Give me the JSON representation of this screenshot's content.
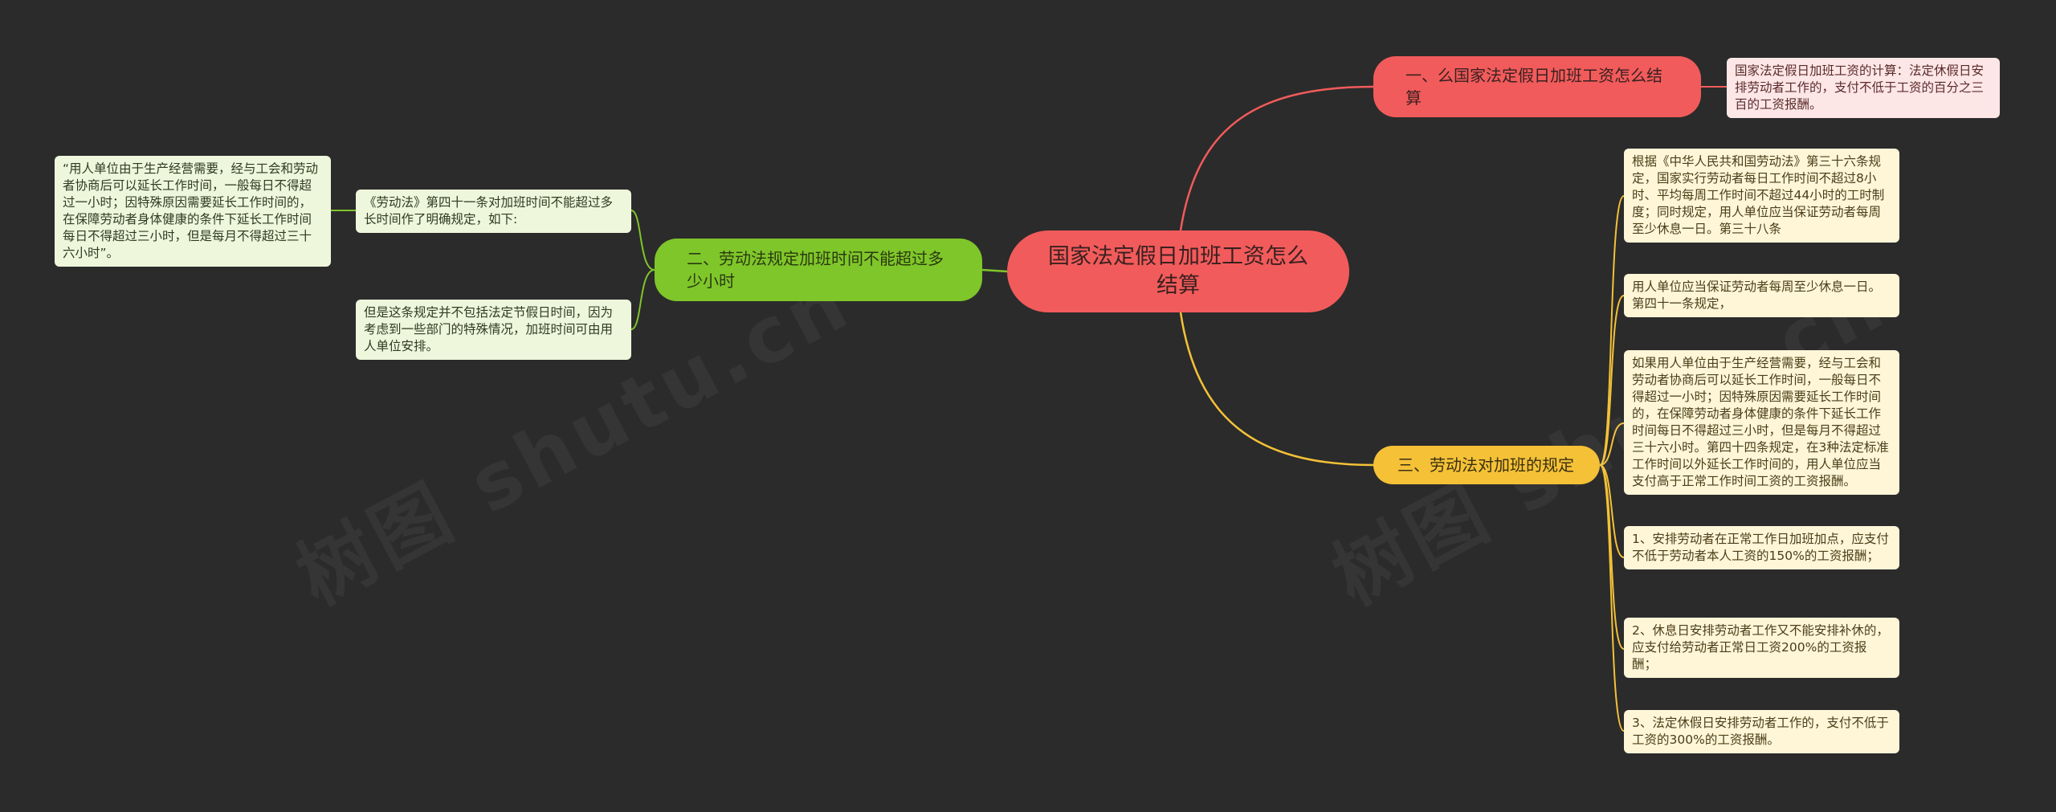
{
  "root": {
    "text": "国家法定假日加班工资怎么结算"
  },
  "branches": [
    {
      "text": "一、么国家法定假日加班工资怎么结算",
      "color": "#f25b5b"
    },
    {
      "text": "二、劳动法规定加班时间不能超过多少小时",
      "color": "#7fc62a"
    },
    {
      "text": "三、劳动法对加班的规定",
      "color": "#f4c137"
    }
  ],
  "leaves": {
    "b1": [
      "国家法定假日加班工资的计算：法定休假日安排劳动者工作的，支付不低于工资的百分之三百的工资报酬。"
    ],
    "b2": [
      "《劳动法》第四十一条对加班时间不能超过多长时间作了明确规定，如下:",
      "但是这条规定并不包括法定节假日时间，因为考虑到一些部门的特殊情况，加班时间可由用人单位安排。"
    ],
    "b2_sub": [
      "“用人单位由于生产经营需要，经与工会和劳动者协商后可以延长工作时间，一般每日不得超过一小时；因特殊原因需要延长工作时间的，在保障劳动者身体健康的条件下延长工作时间每日不得超过三小时，但是每月不得超过三十六小时”。"
    ],
    "b3": [
      "根据《中华人民共和国劳动法》第三十六条规定，国家实行劳动者每日工作时间不超过8小时、平均每周工作时间不超过44小时的工时制度；同时规定，用人单位应当保证劳动者每周至少休息一日。第三十八条",
      "用人单位应当保证劳动者每周至少休息一日。第四十一条规定，",
      "如果用人单位由于生产经营需要，经与工会和劳动者协商后可以延长工作时间，一般每日不得超过一小时；因特殊原因需要延长工作时间的，在保障劳动者身体健康的条件下延长工作时间每日不得超过三小时，但是每月不得超过三十六小时。第四十四条规定，在3种法定标准工作时间以外延长工作时间的，用人单位应当支付高于正常工作时间工资的工资报酬。",
      "1、安排劳动者在正常工作日加班加点，应支付不低于劳动者本人工资的150%的工资报酬；",
      "2、休息日安排劳动者工作又不能安排补休的，应支付给劳动者正常日工资200%的工资报酬；",
      "3、法定休假日安排劳动者工作的，支付不低于工资的300%的工资报酬。"
    ]
  },
  "watermark": "树图 shutu.cn"
}
